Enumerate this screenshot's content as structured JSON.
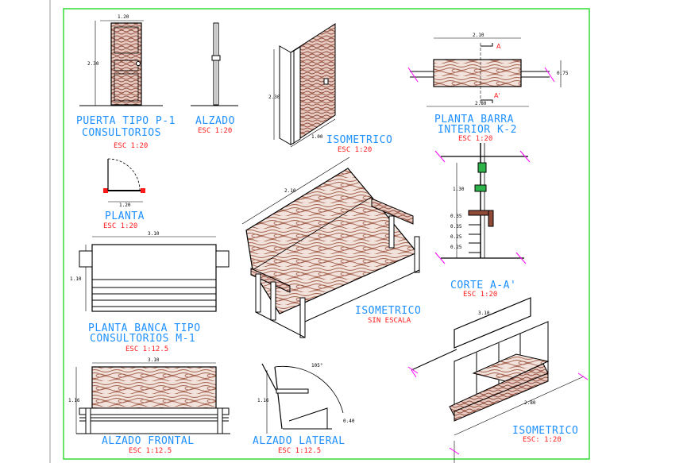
{
  "labels": {
    "puerta_l1": "PUERTA TIPO P-1",
    "puerta_l2": "CONSULTORIOS",
    "puerta_esc": "ESC 1:20",
    "alzado": "ALZADO",
    "alzado_esc": "ESC 1:20",
    "iso_door": "ISOMETRICO",
    "iso_door_esc": "ESC 1:20",
    "barra_l1": "PLANTA BARRA",
    "barra_l2": "INTERIOR K-2",
    "barra_esc": "ESC 1:20",
    "planta": "PLANTA",
    "planta_esc": "ESC 1:20",
    "iso_bench": "ISOMETRICO",
    "iso_bench_esc": "SIN ESCALA",
    "corte": "CORTE A-A'",
    "corte_esc": "ESC 1:20",
    "banca_l1": "PLANTA BANCA TIPO",
    "banca_l2": "CONSULTORIOS M-1",
    "banca_esc": "ESC 1:12.5",
    "frontal": "ALZADO FRONTAL",
    "frontal_esc": "ESC 1:12.5",
    "lateral": "ALZADO LATERAL",
    "lateral_esc": "ESC 1:12.5",
    "iso_bar": "ISOMETRICO",
    "iso_bar_esc": "ESC: 1:20"
  },
  "dims": {
    "door_w": "1.20",
    "door_h": "2.30",
    "iso_door_h": "2.30",
    "iso_door_w": "1.00",
    "barra_top": "2.10",
    "barra_bottom": "2.80",
    "barra_side": "0.75",
    "bench_top": "2.10",
    "planta_w": "1.20",
    "banca_w": "3.10",
    "banca_h": "1.10",
    "frontal_w": "3.10",
    "frontal_h": "1.16",
    "lateral_h": "1.16",
    "lateral_angle": "105°",
    "lateral_seat": "0.40",
    "corte_v": "1.30",
    "corte_s1": "0.35",
    "corte_s2": "0.35",
    "corte_s3": "0.25",
    "corte_s4": "0.25",
    "iso_bar_top": "3.10",
    "iso_bar_bottom": "2.80"
  },
  "markers": {
    "a": "A",
    "a_prime": "A'"
  },
  "colors": {
    "border": "#33dd33",
    "label": "#1e90ff",
    "scale": "#ff1a1a",
    "wood": "#b37a6a",
    "line": "#000000",
    "dim_tick": "#ff00ff"
  }
}
